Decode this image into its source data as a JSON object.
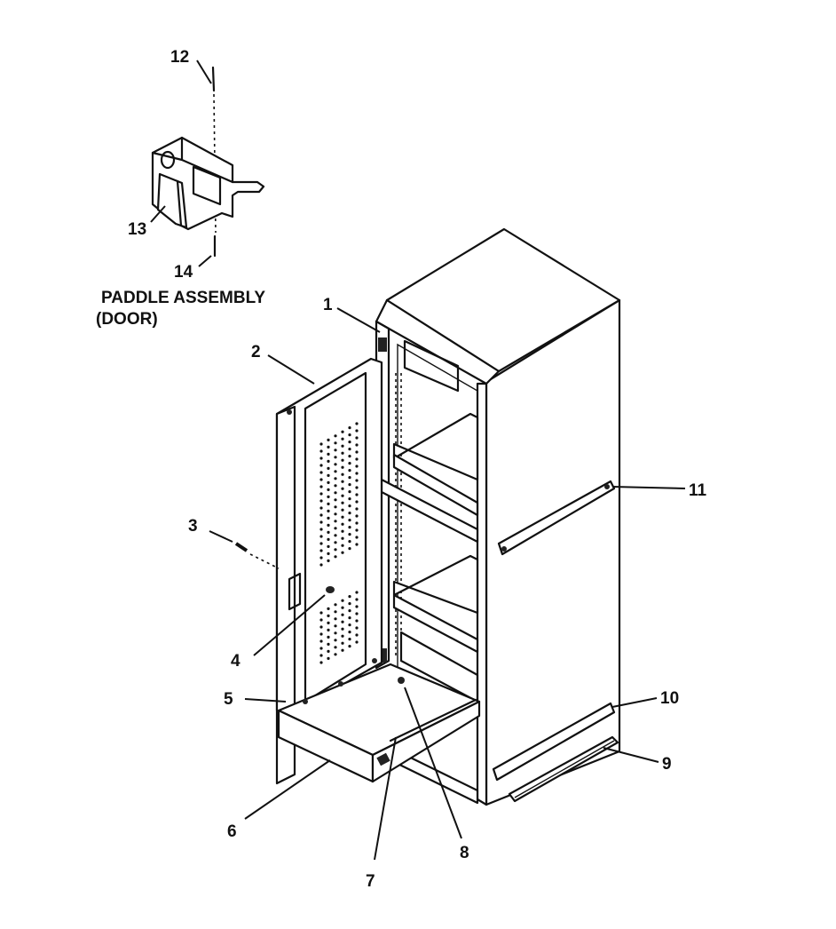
{
  "diagram": {
    "caption_line1": "PADDLE ASSEMBLY",
    "caption_line2": "(DOOR)",
    "callouts": [
      {
        "id": "1",
        "label": "1"
      },
      {
        "id": "2",
        "label": "2"
      },
      {
        "id": "3",
        "label": "3"
      },
      {
        "id": "4",
        "label": "4"
      },
      {
        "id": "5",
        "label": "5"
      },
      {
        "id": "6",
        "label": "6"
      },
      {
        "id": "7",
        "label": "7"
      },
      {
        "id": "8",
        "label": "8"
      },
      {
        "id": "9",
        "label": "9"
      },
      {
        "id": "10",
        "label": "10"
      },
      {
        "id": "11",
        "label": "11"
      },
      {
        "id": "12",
        "label": "12"
      },
      {
        "id": "13",
        "label": "13"
      },
      {
        "id": "14",
        "label": "14"
      }
    ]
  }
}
